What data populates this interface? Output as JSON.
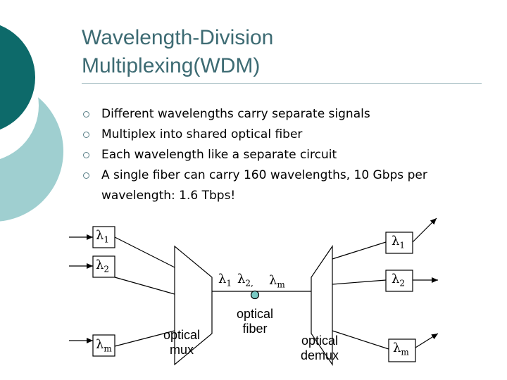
{
  "slide": {
    "title_line1": "Wavelength-Division",
    "title_line2": "Multiplexing(WDM)",
    "bullets": [
      "Different  wavelengths carry separate signals",
      "Multiplex into shared optical fiber",
      "Each wavelength like a separate circuit",
      "A single fiber can carry 160 wavelengths, 10 Gbps per wavelength:  1.6 Tbps!"
    ]
  },
  "diagram": {
    "lambda_symbol": "λ",
    "inputs": [
      {
        "sub": "1"
      },
      {
        "sub": "2"
      },
      {
        "sub": "m"
      }
    ],
    "outputs": [
      {
        "sub": "1"
      },
      {
        "sub": "2"
      },
      {
        "sub": "m"
      }
    ],
    "fiber_labels": [
      {
        "sub": "1"
      },
      {
        "sub": "2,"
      },
      {
        "sub": "m"
      }
    ],
    "mux_line1": "optical",
    "mux_line2": "mux",
    "fiber_line1": "optical",
    "fiber_line2": "fiber",
    "demux_line1": "optical",
    "demux_line2": "demux"
  },
  "colors": {
    "deco_dark": "#0d6a6a",
    "deco_light": "#9fcfd0",
    "title": "#3d6b73",
    "fiber_node": "#79c9c3"
  }
}
